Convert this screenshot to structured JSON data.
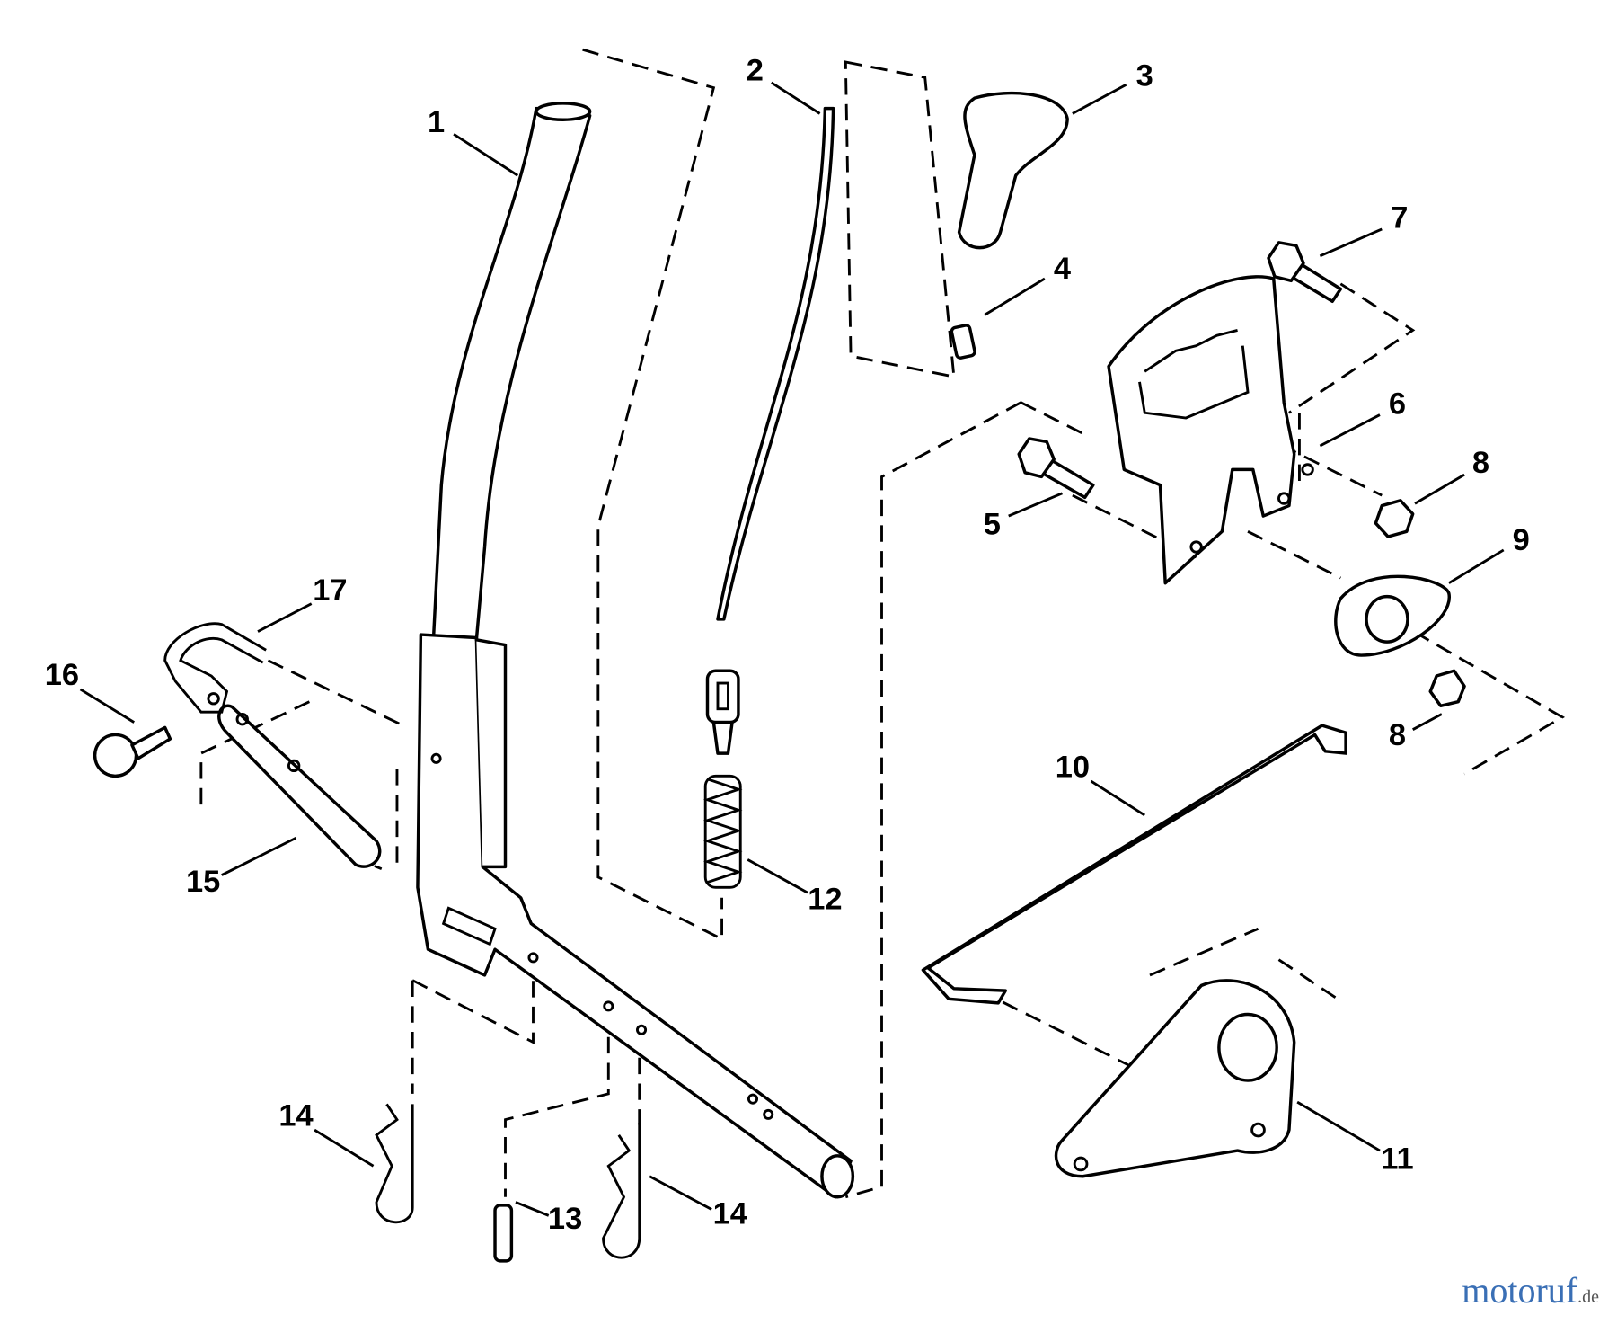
{
  "diagram": {
    "callouts": [
      "1",
      "2",
      "3",
      "4",
      "5",
      "6",
      "7",
      "8",
      "8",
      "9",
      "10",
      "11",
      "12",
      "13",
      "14",
      "14",
      "15",
      "16",
      "17"
    ]
  },
  "watermark": {
    "brand": "motoruf",
    "tld": ".de"
  },
  "colors": {
    "line": "#000000",
    "background": "#ffffff"
  }
}
